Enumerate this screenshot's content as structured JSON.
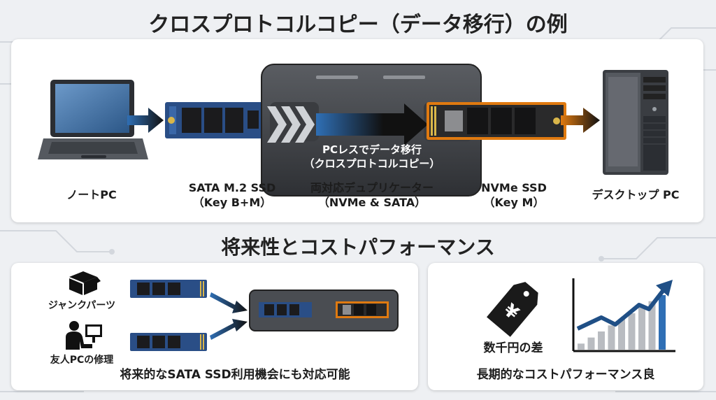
{
  "title": "クロスプロトコルコピー（データ移行）の例",
  "flow": {
    "laptop_label": "ノートPC",
    "sata_label": [
      "SATA M.2 SSD",
      "（Key B+M）"
    ],
    "duplicator_label": [
      "両対応デュプリケーター",
      "（NVMe & SATA）"
    ],
    "nvme_label": [
      "NVMe SSD",
      "（Key M）"
    ],
    "desktop_label": "デスクトップ PC",
    "overlay_text": [
      "PCレスでデータ移行",
      "（クロスプロトコルコピー）"
    ]
  },
  "section2_title": "将来性とコストパフォーマンス",
  "left_panel": {
    "junk_label": "ジャンクパーツ",
    "friend_label": "友人PCの修理",
    "caption": "将来的なSATA SSD利用機会にも対応可能"
  },
  "right_panel": {
    "price_label": "数千円の差",
    "caption": "長期的なコストパフォーマンス良",
    "chart_data": {
      "type": "bar",
      "values": [
        1,
        2,
        3,
        4,
        5,
        6,
        7,
        8,
        9
      ],
      "trend": "up"
    }
  },
  "colors": {
    "blue": "#2f6fb5",
    "orange": "#e07a10",
    "dark": "#1e1e1e",
    "bar_grey": "#b9bcc1"
  }
}
